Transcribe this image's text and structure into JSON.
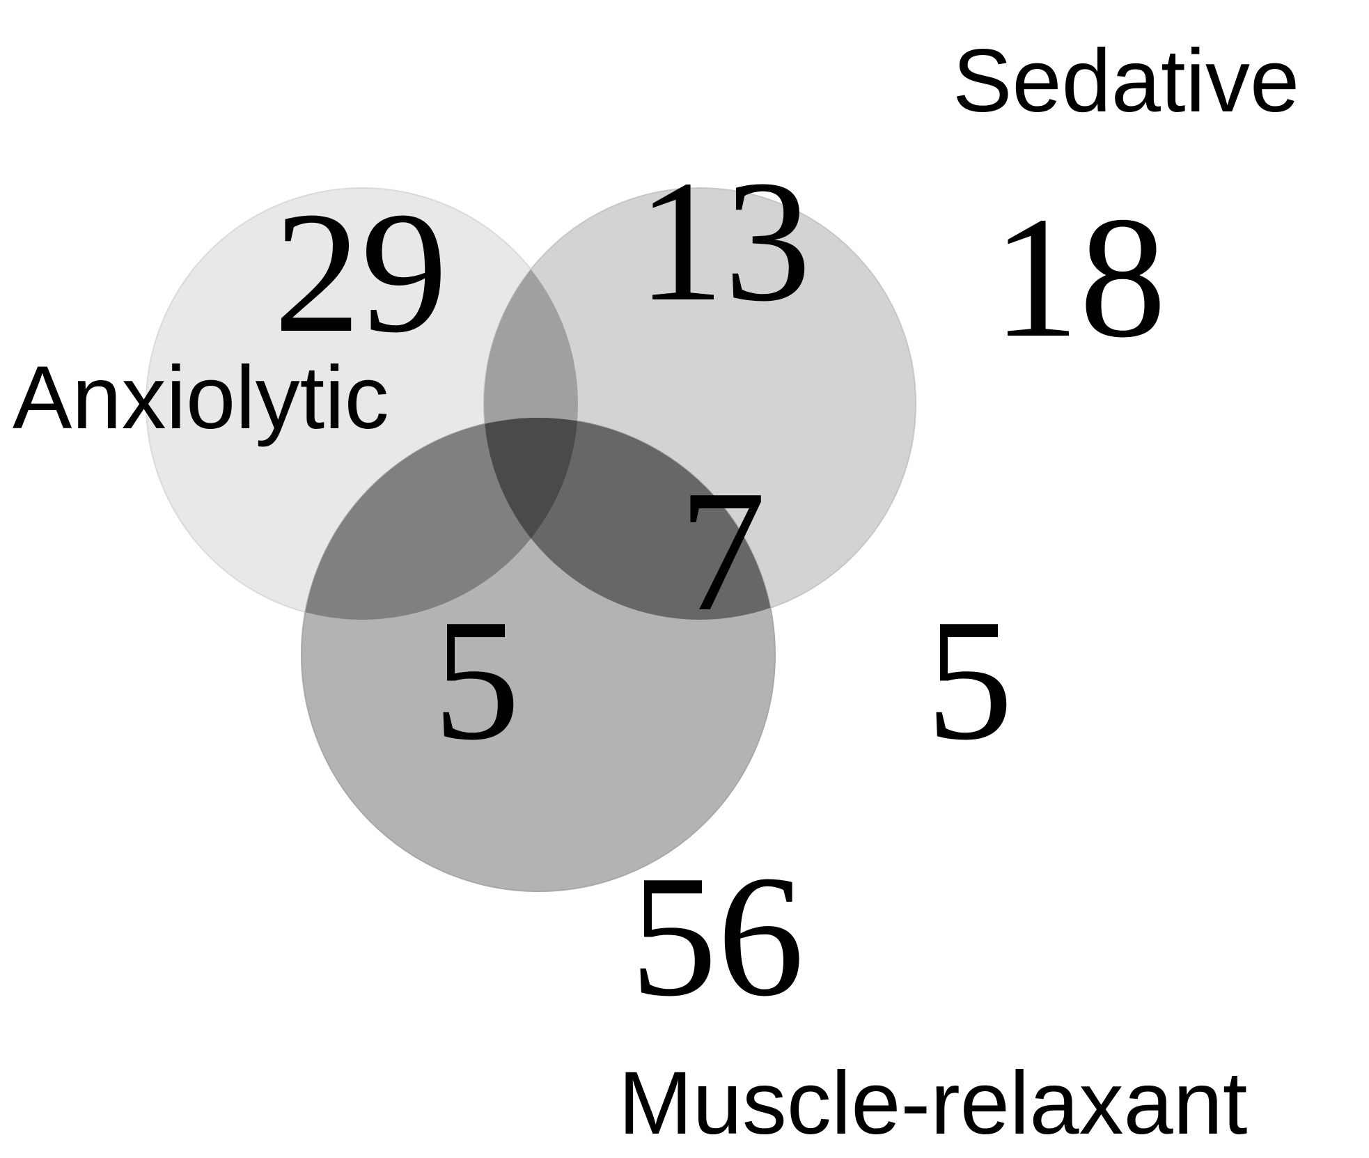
{
  "diagram": {
    "type": "venn",
    "sets": [
      {
        "id": "anxiolytic",
        "label": "Anxiolytic",
        "color": "#E8E8E8"
      },
      {
        "id": "sedative",
        "label": "Sedative",
        "color": "#D3D3D3"
      },
      {
        "id": "muscle_relaxant",
        "label": "Muscle-relaxant",
        "color": "#B3B3B3"
      }
    ],
    "regions": {
      "anxiolytic_only": "29",
      "sedative_only": "18",
      "muscle_relaxant_only": "56",
      "anxiolytic_sedative": "13",
      "anxiolytic_muscle_relaxant": "5",
      "sedative_muscle_relaxant": "5",
      "all_three": "7"
    },
    "region_colors": {
      "anxiolytic_sedative": "#A0A0A0",
      "anxiolytic_muscle_relaxant": "#808080",
      "sedative_muscle_relaxant": "#676767",
      "all_three": "#4A4A4A"
    }
  }
}
